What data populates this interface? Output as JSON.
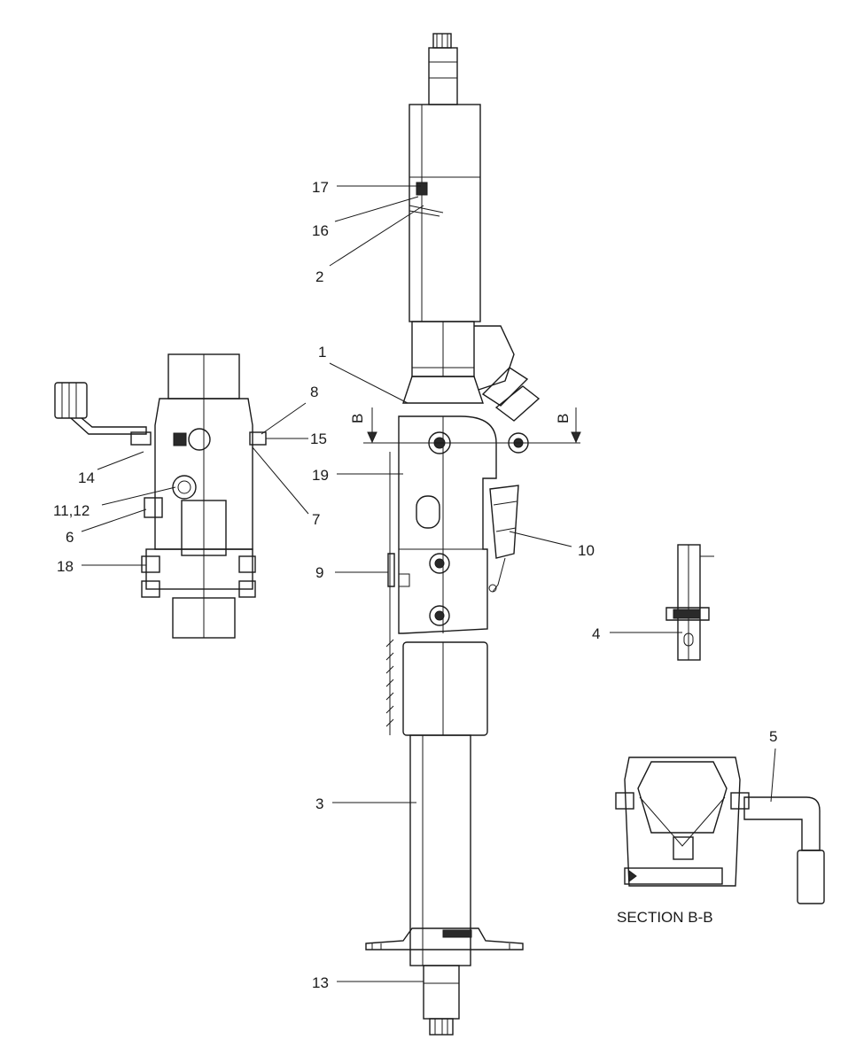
{
  "callouts": [
    {
      "id": "17",
      "text": "17"
    },
    {
      "id": "16",
      "text": "16"
    },
    {
      "id": "2",
      "text": "2"
    },
    {
      "id": "1",
      "text": "1"
    },
    {
      "id": "8",
      "text": "8"
    },
    {
      "id": "15",
      "text": "15"
    },
    {
      "id": "14",
      "text": "14"
    },
    {
      "id": "7",
      "text": "7"
    },
    {
      "id": "19",
      "text": "19"
    },
    {
      "id": "11_12",
      "text": "11,12"
    },
    {
      "id": "6",
      "text": "6"
    },
    {
      "id": "18",
      "text": "18"
    },
    {
      "id": "9",
      "text": "9"
    },
    {
      "id": "10",
      "text": "10"
    },
    {
      "id": "4",
      "text": "4"
    },
    {
      "id": "5",
      "text": "5"
    },
    {
      "id": "3",
      "text": "3"
    },
    {
      "id": "13",
      "text": "13"
    }
  ],
  "section_markers": {
    "left": "B",
    "right": "B"
  },
  "section_title": "SECTION B-B"
}
